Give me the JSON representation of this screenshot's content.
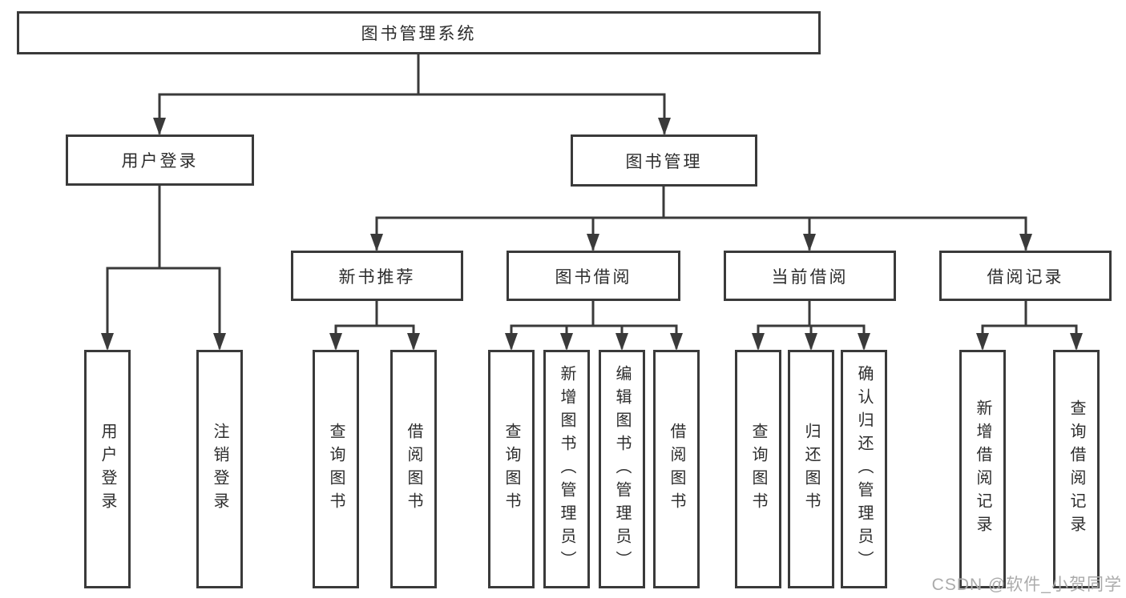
{
  "diagram": {
    "root": {
      "label": "图书管理系统"
    },
    "level2": [
      {
        "label": "用户登录"
      },
      {
        "label": "图书管理"
      }
    ],
    "level3": [
      {
        "label": "新书推荐"
      },
      {
        "label": "图书借阅"
      },
      {
        "label": "当前借阅"
      },
      {
        "label": "借阅记录"
      }
    ],
    "leaves": {
      "user_login": [
        "用户登录",
        "注销登录"
      ],
      "new_book_recommend": [
        "查询图书",
        "借阅图书"
      ],
      "book_borrow": [
        "查询图书",
        "新增图书（管理员）",
        "编辑图书（管理员）",
        "借阅图书"
      ],
      "current_borrow": [
        "查询图书",
        "归还图书",
        "确认归还（管理员）"
      ],
      "borrow_records": [
        "新增借阅记录",
        "查询借阅记录"
      ]
    },
    "colors": {
      "line": "#3a3a3a",
      "text": "#2d2d2d",
      "watermark": "#ababab",
      "background": "#ffffff"
    },
    "watermark": "CSDN @软件_小贺同学"
  }
}
